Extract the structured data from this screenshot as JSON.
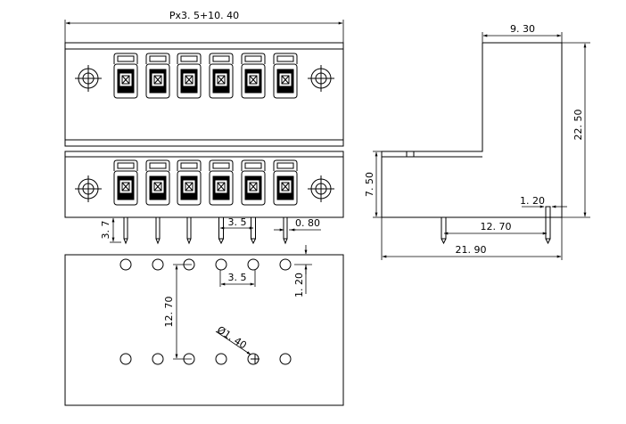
{
  "dimensions": {
    "total_width": "Px3. 5+10. 40",
    "side_width": "9. 30",
    "side_height": "22. 50",
    "side_lower": "7. 50",
    "pin_width_side": "1. 20",
    "pin_spacing_side": "12. 70",
    "side_total": "21. 90",
    "pin_length": "3. 7",
    "pitch_front": "3. 5",
    "pin_thickness": "0. 80",
    "pitch_pcb": "3. 5",
    "pcb_offset": "1. 20",
    "pcb_row_spacing": "12. 70",
    "hole_diameter": "Ø1. 40"
  }
}
